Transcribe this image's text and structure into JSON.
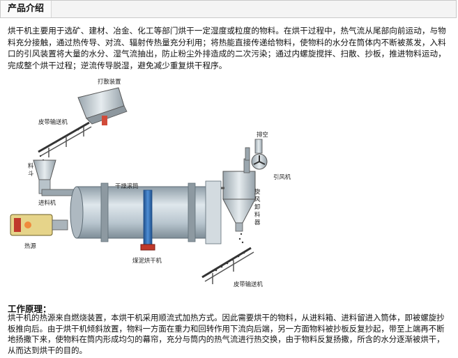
{
  "header": {
    "tab_label": "产品介绍"
  },
  "intro": {
    "text": "烘干机主要用于选矿、建材、冶金、化工等部门烘干一定湿度或粒度的物料。在烘干过程中，热气流从尾部向前运动，与物料充分接触，通过热传导、对流、辐射传热量充分利用；将热能直接传递给物料，使物料的水分在筒体内不断被蒸发，入料口的引风装置将大量的水分、湿气流抽出，防止粉尘外排造成的二次污染；通过内螺旋搅拌、扫散、抄板，推进物料运动，完成整个烘干过程；逆流传导脱湿，避免减少重复烘干程序。"
  },
  "diagram": {
    "labels": {
      "scatter_device": "打散装置",
      "belt_top": "皮带输送机",
      "hopper_1": "料",
      "hopper_2": "斗",
      "feeder": "进料机",
      "heat_source": "热源",
      "drum": "干燥滚筒",
      "exhaust": "排空",
      "fan": "引风机",
      "cyclone_1": "旋",
      "cyclone_2": "风",
      "cyclone_3": "卸",
      "cyclone_4": "料",
      "cyclone_5": "器",
      "machine": "煤泥烘干机",
      "belt_bottom": "皮带输送机"
    },
    "colors": {
      "drum_body": "#c9d4dc",
      "blue_frame": "#2f6fb5",
      "belt_material": "#3a3a3a",
      "heat_fire": "#c0392b"
    }
  },
  "principle": {
    "title": "工作原理：",
    "text": "烘干机的热源来自燃烧装置，本烘干机采用顺流式加热方式。因此需要烘干的物料，从进料箱、进料留进入筒体，即被螺旋抄板推向后。由于烘干机倾斜放置，物料一方面在重力和回转作用下流向后端，另一方面物料被抄板反复抄起，带至上端再不断地扬撒下来，使物料在筒内形成均匀的幕帘，充分与筒内的热气流进行热交换，由于物料反复扬撒，所含的水分逐渐被烘干，从而达到烘干的目的。"
  }
}
